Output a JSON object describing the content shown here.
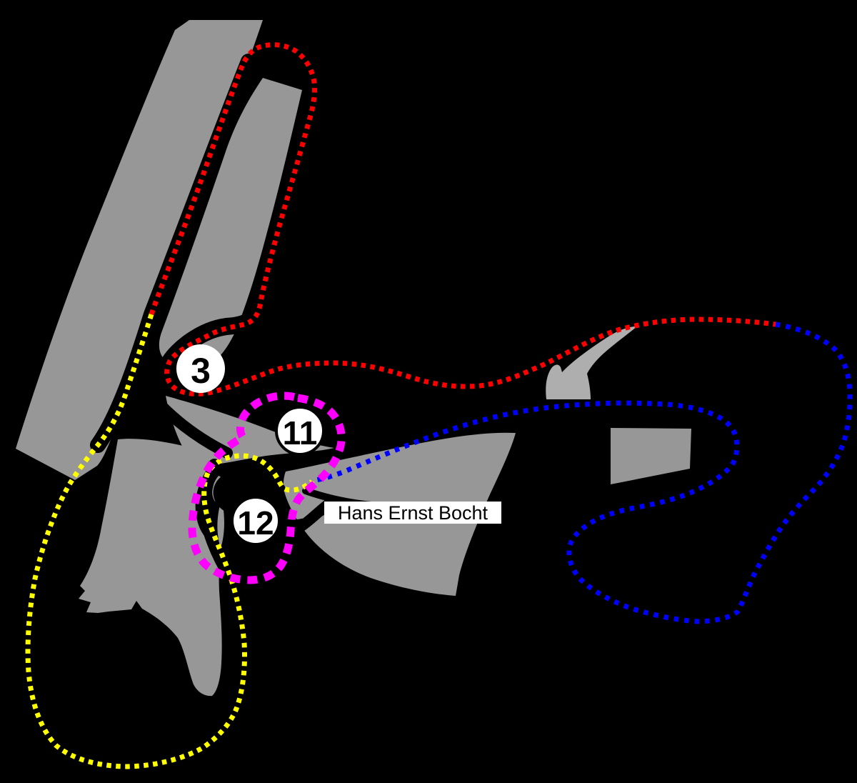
{
  "map": {
    "name": "circuit-track-map",
    "corner_label": {
      "text": "Hans Ernst Bocht"
    },
    "markers": [
      {
        "number": "3"
      },
      {
        "number": "11"
      },
      {
        "number": "12"
      }
    ]
  },
  "colors": {
    "background": "#000000",
    "track_gray": "#979797",
    "bridge_light_gray": "#aeaeae",
    "route_red": "#ff0000",
    "route_blue": "#0000ff",
    "route_yellow": "#ffff00",
    "route_magenta": "#ff00ff",
    "marker_fill": "#ffffff",
    "marker_ring": "#000000",
    "text_black": "#000000",
    "label_background": "#ffffff"
  }
}
